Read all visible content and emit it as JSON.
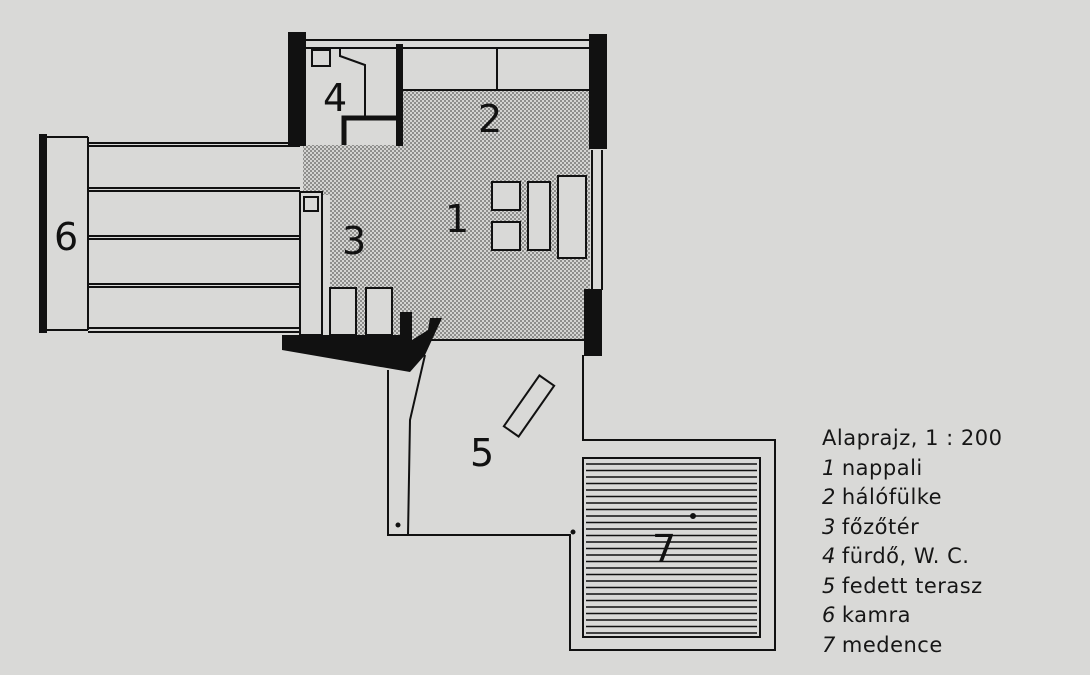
{
  "rooms": [
    {
      "number": "1",
      "name": "nappali"
    },
    {
      "number": "2",
      "name": "hálófülke"
    },
    {
      "number": "3",
      "name": "főzőtér"
    },
    {
      "number": "4",
      "name": "fürdő, W. C."
    },
    {
      "number": "5",
      "name": "fedett terasz"
    },
    {
      "number": "6",
      "name": "kamra"
    },
    {
      "number": "7",
      "name": "medence"
    }
  ],
  "legend": {
    "title": "Alaprajz, 1 : 200"
  }
}
